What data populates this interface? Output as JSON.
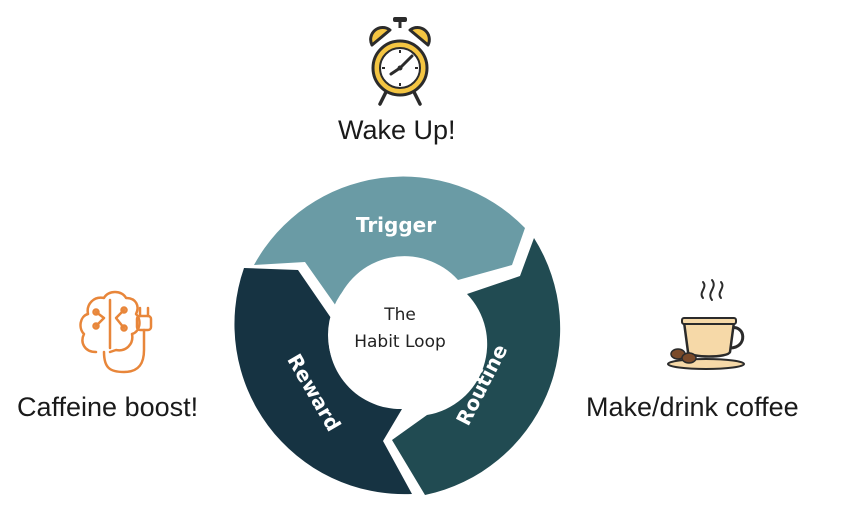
{
  "diagram": {
    "center": {
      "line1": "The",
      "line2": "Habit Loop"
    },
    "segments": [
      {
        "key": "trigger",
        "label": "Trigger",
        "color": "#6a9ba5"
      },
      {
        "key": "routine",
        "label": "Routine",
        "color": "#214b52"
      },
      {
        "key": "reward",
        "label": "Reward",
        "color": "#163342"
      }
    ]
  },
  "steps": {
    "wake": {
      "label": "Wake Up!",
      "icon": "alarm-clock-icon"
    },
    "coffee": {
      "label": "Make/drink coffee",
      "icon": "coffee-cup-icon"
    },
    "caffeine": {
      "label": "Caffeine boost!",
      "icon": "brain-plug-icon"
    }
  },
  "colors": {
    "icon_gold": "#f4c542",
    "icon_orange": "#e8863a",
    "icon_outline": "#2b2b2b",
    "coffee_brown": "#7a4a2a"
  }
}
